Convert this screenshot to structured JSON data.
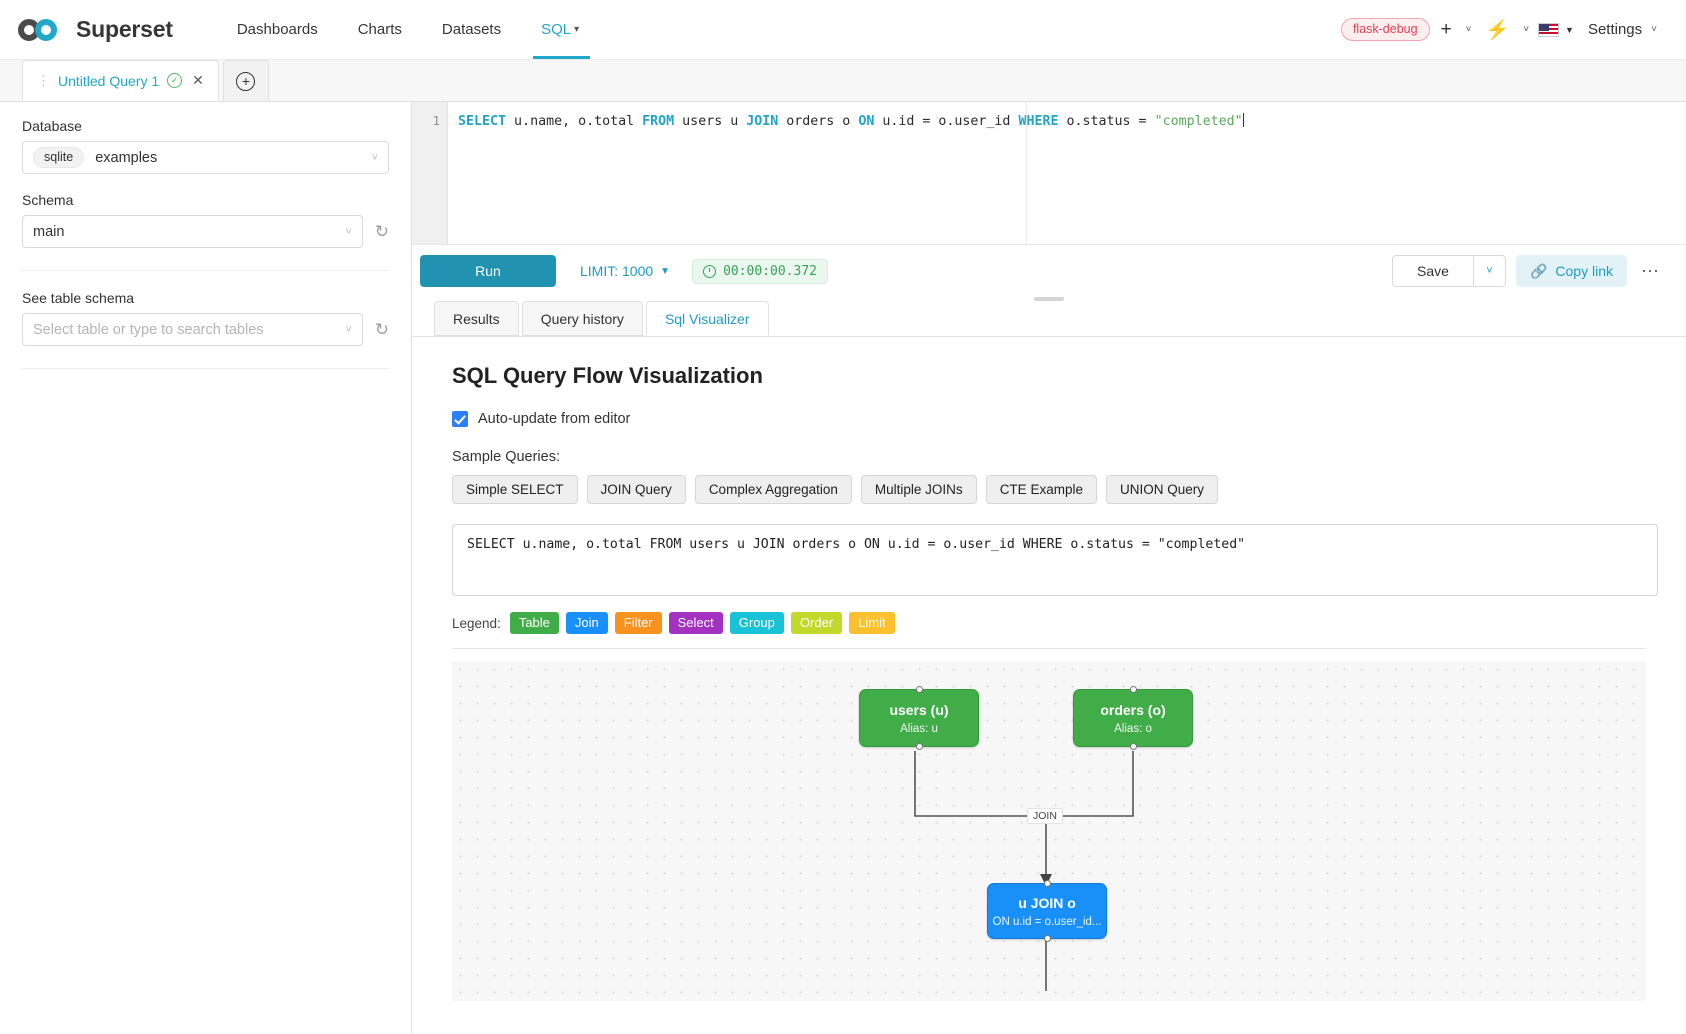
{
  "navbar": {
    "brand": "Superset",
    "links": [
      {
        "label": "Dashboards",
        "active": false
      },
      {
        "label": "Charts",
        "active": false
      },
      {
        "label": "Datasets",
        "active": false
      },
      {
        "label": "SQL",
        "active": true
      }
    ],
    "debug_badge": "flask-debug",
    "settings_label": "Settings",
    "accent_color": "#20a7c9"
  },
  "query_tabs": {
    "tab_title": "Untitled Query 1",
    "status_icon": "check-circle-icon",
    "add_tab_icon": "plus-circle-icon"
  },
  "sidebar": {
    "database_label": "Database",
    "database_pill": "sqlite",
    "database_value": "examples",
    "schema_label": "Schema",
    "schema_value": "main",
    "table_label": "See table schema",
    "table_placeholder": "Select table or type to search tables"
  },
  "editor": {
    "line_number": "1",
    "sql_tokens": [
      {
        "t": "SELECT",
        "k": "kw"
      },
      {
        "t": " u.name, o.total ",
        "k": ""
      },
      {
        "t": "FROM",
        "k": "kw"
      },
      {
        "t": " users u ",
        "k": ""
      },
      {
        "t": "JOIN",
        "k": "kw"
      },
      {
        "t": " orders o ",
        "k": ""
      },
      {
        "t": "ON",
        "k": "kw"
      },
      {
        "t": " u.id = o.user_id ",
        "k": ""
      },
      {
        "t": "WHERE",
        "k": "kw"
      },
      {
        "t": " o.status = ",
        "k": ""
      },
      {
        "t": "\"completed\"",
        "k": "str"
      }
    ]
  },
  "toolbar": {
    "run_label": "Run",
    "limit_label": "LIMIT: 1000",
    "timer_value": "00:00:00.372",
    "save_label": "Save",
    "copy_link_label": "Copy link",
    "more_icon": "kebab-icon"
  },
  "result_tabs": [
    {
      "label": "Results",
      "active": false
    },
    {
      "label": "Query history",
      "active": false
    },
    {
      "label": "Sql Visualizer",
      "active": true
    }
  ],
  "visualizer": {
    "title": "SQL Query Flow Visualization",
    "auto_update_label": "Auto-update from editor",
    "auto_update_checked": true,
    "sample_label": "Sample Queries:",
    "sample_buttons": [
      "Simple SELECT",
      "JOIN Query",
      "Complex Aggregation",
      "Multiple JOINs",
      "CTE Example",
      "UNION Query"
    ],
    "query_text": "SELECT u.name, o.total FROM users u JOIN orders o ON u.id = o.user_id WHERE o.status = \"completed\"",
    "legend_label": "Legend:",
    "legend": [
      {
        "label": "Table",
        "color": "#41ad49"
      },
      {
        "label": "Join",
        "color": "#1890f8"
      },
      {
        "label": "Filter",
        "color": "#f7921e"
      },
      {
        "label": "Select",
        "color": "#a332c0"
      },
      {
        "label": "Group",
        "color": "#18c3d8"
      },
      {
        "label": "Order",
        "color": "#c2d92b"
      },
      {
        "label": "Limit",
        "color": "#fbc02d"
      }
    ],
    "graph": {
      "nodes": [
        {
          "id": "users",
          "type": "table",
          "title": "users (u)",
          "subtitle": "Alias: u"
        },
        {
          "id": "orders",
          "type": "table",
          "title": "orders (o)",
          "subtitle": "Alias: o"
        },
        {
          "id": "join",
          "type": "join",
          "title": "u JOIN o",
          "subtitle": "ON u.id = o.user_id..."
        }
      ],
      "edge_label": "JOIN"
    }
  }
}
